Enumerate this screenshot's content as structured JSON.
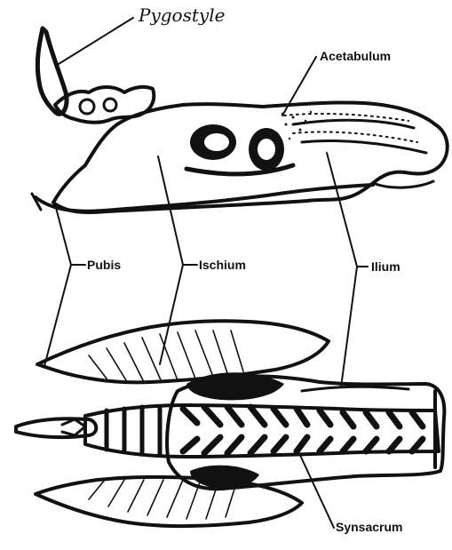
{
  "labels": {
    "pygostyle": "Pygostyle",
    "acetabulum": "Acetabulum",
    "pubis": "Pubis",
    "ischium": "Ischium",
    "ilium": "Ilium",
    "synsacrum": "Synsacrum"
  }
}
